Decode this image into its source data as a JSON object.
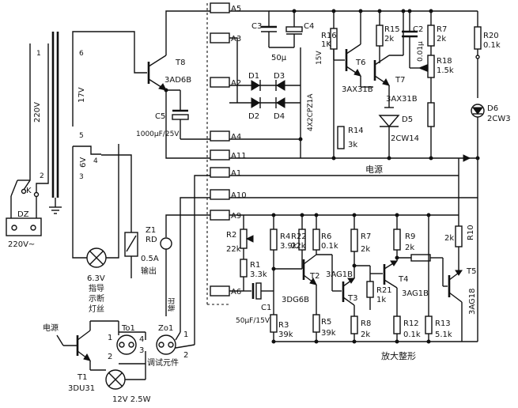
{
  "components": {
    "T8": {
      "name": "T8",
      "model": "3AD6B"
    },
    "T6": {
      "name": "T6",
      "model": "3AX31B"
    },
    "T7": {
      "name": "T7",
      "model": "3AX31B"
    },
    "T2": {
      "name": "T2",
      "model": "3DG6B"
    },
    "T3": {
      "name": "T3",
      "model": "3AG1B"
    },
    "T4": {
      "name": "T4",
      "model": "3AG1B"
    },
    "T5": {
      "name": "T5",
      "model": "3AG18"
    },
    "T1": {
      "name": "T1",
      "model": "3DU31"
    },
    "C3": {
      "name": "C3",
      "value": "50μ"
    },
    "C4": {
      "name": "C4",
      "value": "15V"
    },
    "C2": {
      "name": "C2",
      "value": "0.01μ"
    },
    "C5": {
      "name": "C5",
      "value": "1000μF/25V"
    },
    "C1": {
      "name": "C1",
      "value": "50μF/15V"
    },
    "D1": "D1",
    "D2": "D2",
    "D3": "D3",
    "D4": "D4",
    "bridge_model": "4X2CPZ1A",
    "D5": {
      "name": "D5",
      "model": "2CW14"
    },
    "D6": {
      "name": "D6",
      "model": "2CW3"
    },
    "R16": {
      "name": "R16",
      "value": "1K"
    },
    "R15": {
      "name": "R15",
      "value": "2k"
    },
    "R7a": {
      "name": "R7",
      "value": "2k"
    },
    "R18": {
      "name": "R18",
      "value": "1.5k"
    },
    "R20": {
      "name": "R20",
      "value": "0.1k"
    },
    "R14": {
      "name": "R14",
      "value": "3k"
    },
    "R10": {
      "name": "R10",
      "value": "2k"
    },
    "R2": {
      "name": "R2",
      "value": "22k"
    },
    "R4": {
      "name": "R4",
      "value": "3.9k"
    },
    "R22": {
      "name": "R22",
      "value": "22k"
    },
    "R6": {
      "name": "R6",
      "value": "0.1k"
    },
    "R7b": {
      "name": "R7",
      "value": "2k"
    },
    "R9": {
      "name": "R9",
      "value": "2k"
    },
    "R1": {
      "name": "R1",
      "value": "3.3k"
    },
    "R3": {
      "name": "R3",
      "value": "39k"
    },
    "R5": {
      "name": "R5",
      "value": "39k"
    },
    "R8": {
      "name": "R8",
      "value": "2k"
    },
    "R21": {
      "name": "R21",
      "value": "1k"
    },
    "R12": {
      "name": "R12",
      "value": "0.1k"
    },
    "R13": {
      "name": "R13",
      "value": "5.1k"
    },
    "Z1": {
      "name": "Z1",
      "label": "RD"
    },
    "Zo1": "Zo1",
    "To1": "To1",
    "K": "K",
    "DZ": "DZ"
  },
  "terminals": [
    "A5",
    "A3",
    "A2",
    "A4",
    "A11",
    "A1",
    "A10",
    "A9",
    "A6"
  ],
  "transformer": {
    "w1": "1",
    "w2": "2",
    "w6": "6",
    "w5": "5",
    "w4": "4",
    "w3": "3",
    "v220": "220V",
    "v17": "17V",
    "v6": "6V"
  },
  "texts": {
    "mains": "220V~",
    "fuse": "0.5A",
    "fuse_out": "输出",
    "lamp_v": "6.3V",
    "lamp_l1": "指导",
    "lamp_l2": "示断",
    "lamp_l3": "灯丝",
    "power": "电源",
    "source": "电源",
    "amp": "放大整形",
    "debug": "调试元件",
    "lamp12": "12V 2.5W",
    "output_vert": "输出",
    "v15": "15V"
  }
}
